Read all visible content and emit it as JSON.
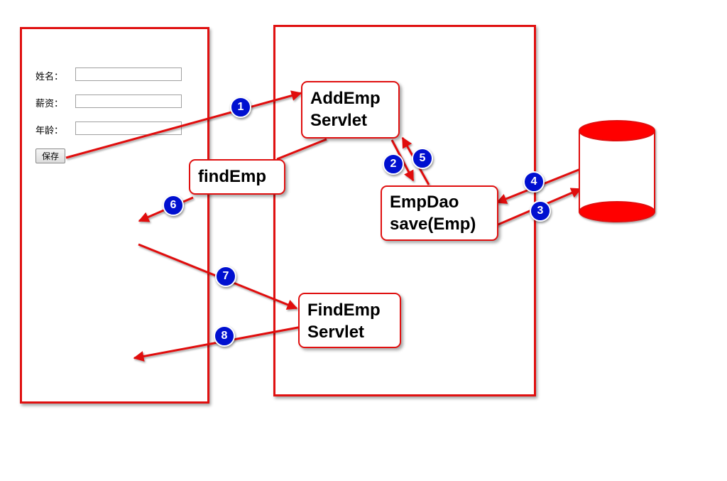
{
  "form": {
    "fields": [
      {
        "label": "姓名：",
        "value": ""
      },
      {
        "label": "薪资：",
        "value": ""
      },
      {
        "label": "年龄：",
        "value": ""
      }
    ],
    "save_label": "保存"
  },
  "nodes": {
    "addemp_servlet": [
      "AddEmp",
      "Servlet"
    ],
    "findemp": "findEmp",
    "empdao": [
      "EmpDao",
      "save(Emp)"
    ],
    "findemp_servlet": [
      "FindEmp",
      "Servlet"
    ]
  },
  "steps": [
    "1",
    "2",
    "3",
    "4",
    "5",
    "6",
    "7",
    "8"
  ],
  "colors": {
    "frame": "#e01010",
    "arrow": "#e01010",
    "badge": "#0010d0",
    "database": "#ff0000"
  }
}
